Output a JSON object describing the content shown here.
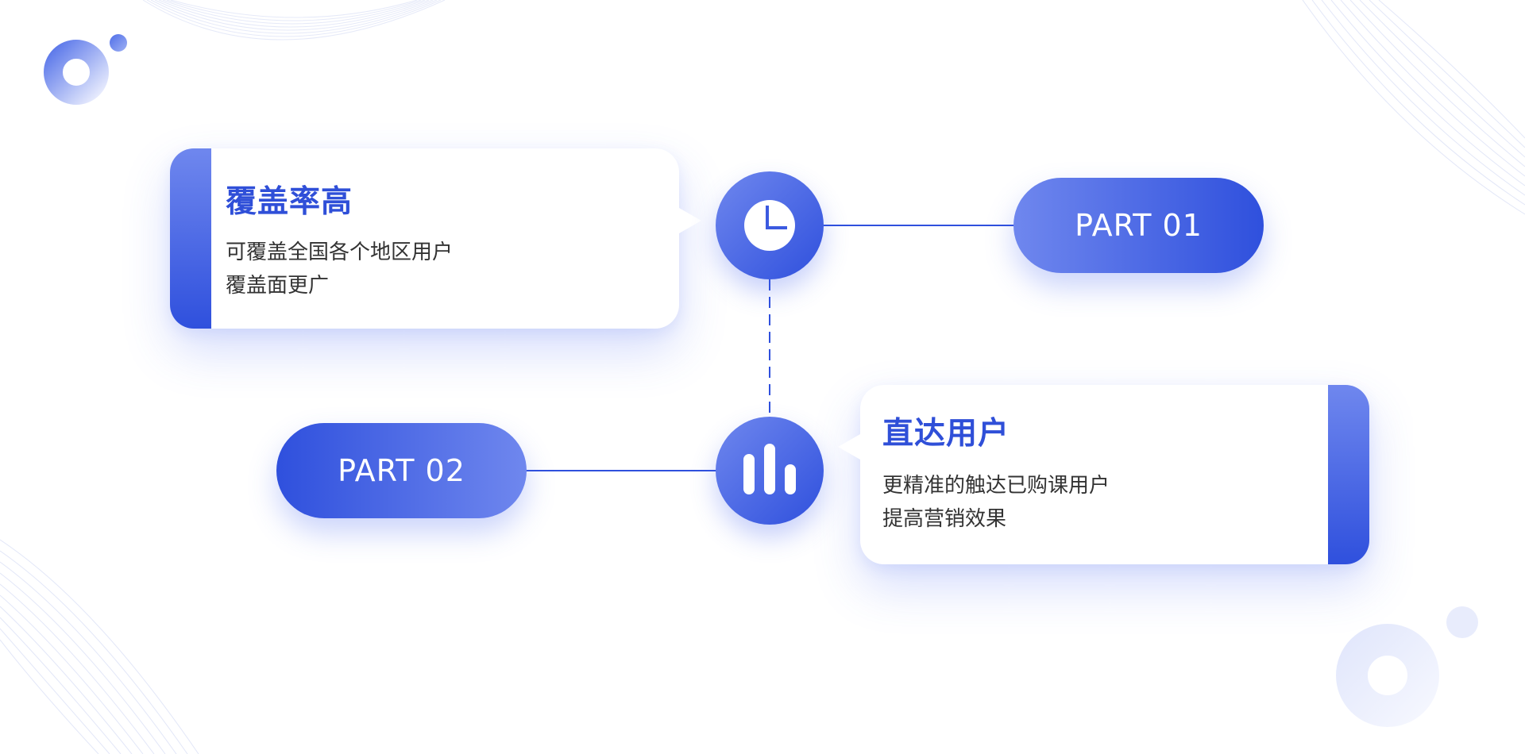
{
  "palette": {
    "primary": "#2f50dd",
    "primary_light": "#6f87ee",
    "title_text": "#2f4fd8",
    "body_text": "#333333",
    "connector": "#2f50dd"
  },
  "items": [
    {
      "part_label": "PART 01",
      "title": "覆盖率高",
      "lines": [
        "可覆盖全国各个地区用户",
        "覆盖面更广"
      ],
      "icon": "clock-icon"
    },
    {
      "part_label": "PART 02",
      "title": "直达用户",
      "lines": [
        "更精准的触达已购课用户",
        "提高营销效果"
      ],
      "icon": "bar-chart-icon"
    }
  ]
}
